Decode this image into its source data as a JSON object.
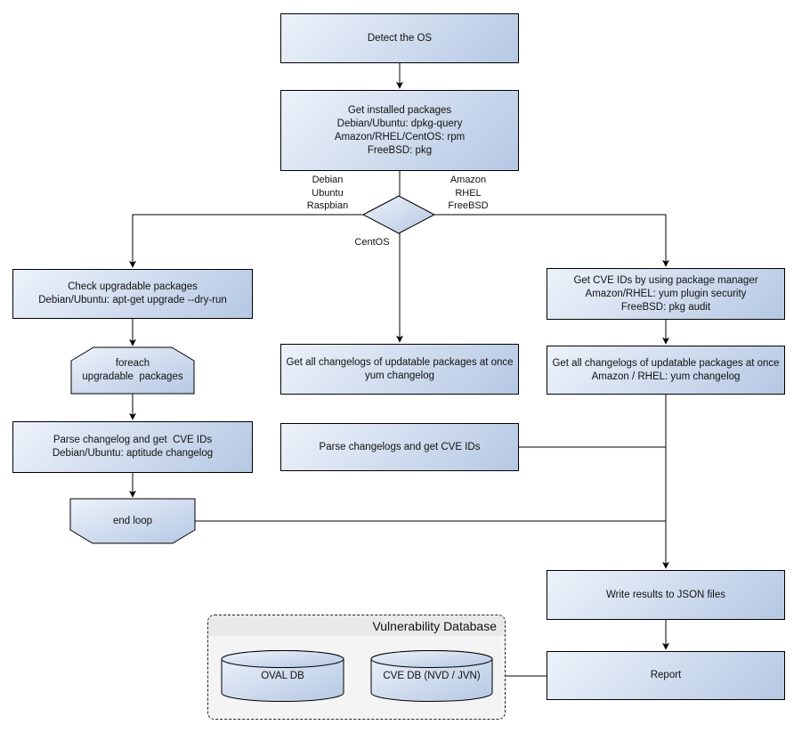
{
  "colors": {
    "grad_light": "#edf2fa",
    "grad_dark": "#b5c8e3",
    "stroke": "#000000",
    "container_bg": "#f4f4f4",
    "container_header": "#e9e9e9"
  },
  "nodes": {
    "detect_os": {
      "lines": [
        "Detect the OS"
      ]
    },
    "get_installed_packages": {
      "lines": [
        "Get installed packages",
        "Debian/Ubuntu: dpkg-query",
        "Amazon/RHEL/CentOS: rpm",
        "FreeBSD: pkg"
      ]
    },
    "check_upgradable_packages": {
      "lines": [
        "Check upgradable packages",
        "Debian/Ubuntu: apt-get upgrade --dry-run"
      ]
    },
    "foreach_loop": {
      "lines": [
        "foreach",
        "upgradable  packages"
      ]
    },
    "parse_changelog_debian": {
      "lines": [
        "Parse changelog and get  CVE IDs",
        "Debian/Ubuntu: aptitude changelog"
      ]
    },
    "end_loop": {
      "lines": [
        "end loop"
      ]
    },
    "get_changelogs_centos": {
      "lines": [
        "Get all changelogs of updatable packages at once",
        "yum changelog"
      ]
    },
    "parse_changelogs_centos": {
      "lines": [
        "Parse changelogs and get CVE IDs"
      ]
    },
    "get_cve_ids_package_manager": {
      "lines": [
        "Get CVE IDs by using package manager",
        "Amazon/RHEL: yum plugin security",
        "FreeBSD: pkg audit"
      ]
    },
    "get_changelogs_amazon": {
      "lines": [
        "Get all changelogs of updatable packages at once",
        "Amazon / RHEL: yum changelog"
      ]
    },
    "write_results_json": {
      "lines": [
        "Write results to JSON files"
      ]
    },
    "report": {
      "lines": [
        "Report"
      ]
    },
    "oval_db": {
      "label": "OVAL DB"
    },
    "cve_db": {
      "label": "CVE DB (NVD / JVN)"
    }
  },
  "edge_labels": {
    "decision_left": [
      "Debian",
      "Ubuntu",
      "Raspbian"
    ],
    "decision_right": [
      "Amazon",
      "RHEL",
      "FreeBSD"
    ],
    "decision_bottom": "CentOS"
  },
  "container": {
    "title": "Vulnerability Database"
  }
}
